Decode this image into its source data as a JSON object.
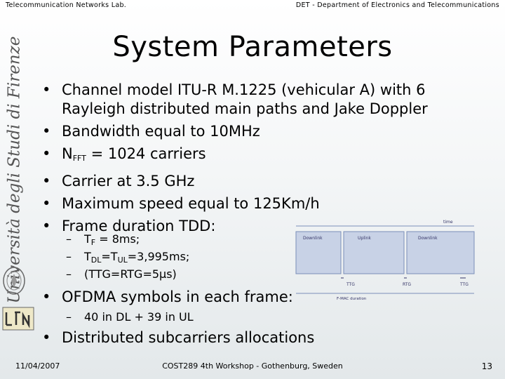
{
  "header": {
    "left": "Telecommunication Networks Lab.",
    "right": "DET - Department of Electronics and Telecommunications"
  },
  "title": "System Parameters",
  "side_logo_text": "Università degli Studi di Firenze",
  "bullets": {
    "channel_line1": "Channel model ITU-R M.1225 (vehicular A) with 6",
    "channel_line2": "Rayleigh distributed main paths and Jake Doppler",
    "bandwidth": "Bandwidth equal to 10MHz",
    "nfft_prefix": "N",
    "nfft_sub": "FFT",
    "nfft_suffix": " = 1024 carriers",
    "carrier": "Carrier at 3.5 GHz",
    "speed": "Maximum speed equal to 125Km/h",
    "frame": "Frame duration TDD:",
    "ofdma": "OFDMA symbols in each frame:",
    "distributed": "Distributed subcarriers allocations"
  },
  "frame_subitems": {
    "tf_prefix": "T",
    "tf_sub": "F",
    "tf_suffix": " = 8ms;",
    "tdl_prefix": "T",
    "tdl_sub": "DL",
    "tdl_mid": "=T",
    "tul_sub": "UL",
    "tdl_suffix": "=3,995ms;",
    "ttg": "(TTG=RTG=5μs)"
  },
  "ofdma_subitem": "40 in DL + 39 in UL",
  "diagram": {
    "time": "time",
    "downlink1": "Downlink",
    "uplink": "Uplink",
    "downlink2": "Downlink",
    "ttg": "TTG",
    "rtg": "RTG",
    "ttg2": "TTG",
    "frame_duration": "F-MAC duration"
  },
  "footer": {
    "date": "11/04/2007",
    "center": "COST289 4th Workshop - Gothenburg, Sweden",
    "page": "13"
  },
  "icons": {
    "bullet": "•",
    "dash": "–"
  },
  "colors": {
    "diagram_line": "#7a8eb8",
    "diagram_block": "#c8d2e6",
    "diagram_text": "#333366"
  }
}
